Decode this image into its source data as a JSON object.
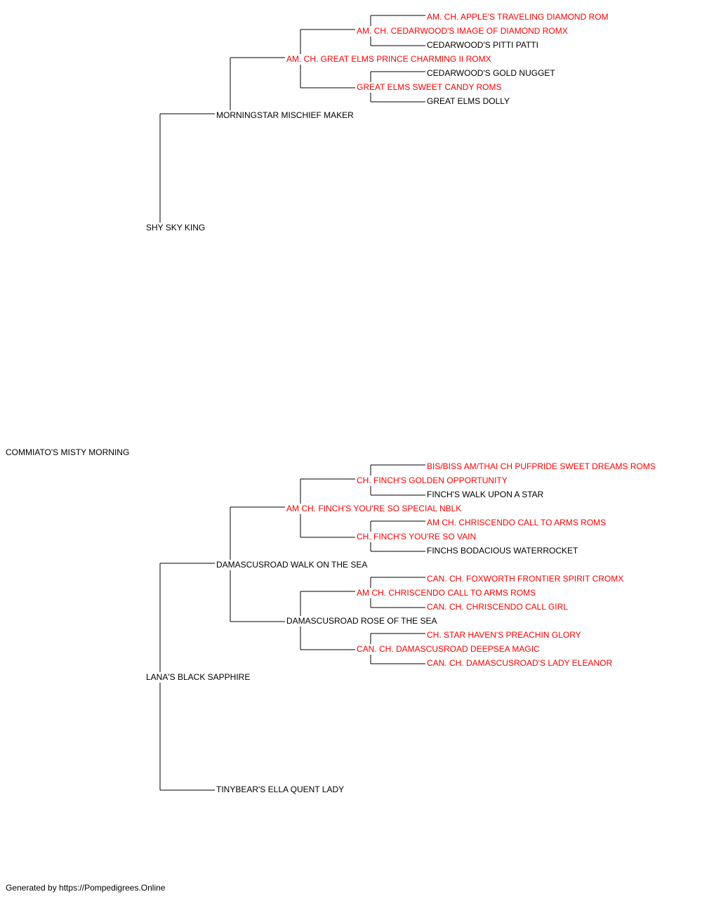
{
  "colors": {
    "champion": "#ff0000",
    "normal": "#000000",
    "line": "#000000"
  },
  "pedigree": {
    "subject": "COMMIATO'S MISTY MORNING",
    "sire": {
      "name": "SHY SKY KING",
      "sire": {
        "name": "MORNINGSTAR MISCHIEF MAKER",
        "sire": {
          "name": "AM. CH. GREAT ELMS PRINCE CHARMING II ROMX",
          "champion": true,
          "sire": {
            "name": "AM. CH. CEDARWOOD'S IMAGE OF DIAMOND ROMX",
            "champion": true,
            "sire": {
              "name": "AM. CH. APPLE'S TRAVELING DIAMOND ROM",
              "champion": true
            },
            "dam": {
              "name": "CEDARWOOD'S PITTI PATTI"
            }
          },
          "dam": {
            "name": "GREAT ELMS SWEET CANDY ROMS",
            "champion": true,
            "sire": {
              "name": "CEDARWOOD'S GOLD NUGGET"
            },
            "dam": {
              "name": "GREAT ELMS DOLLY"
            }
          }
        }
      }
    },
    "dam": {
      "name": "LANA'S BLACK SAPPHIRE",
      "sire": {
        "name": "DAMASCUSROAD WALK ON THE SEA",
        "sire": {
          "name": "AM CH. FINCH'S YOU'RE SO SPECIAL NBLK",
          "champion": true,
          "sire": {
            "name": "CH. FINCH'S GOLDEN OPPORTUNITY",
            "champion": true,
            "sire": {
              "name": "BIS/BISS AM/THAI CH PUFPRIDE SWEET DREAMS ROMS",
              "champion": true
            },
            "dam": {
              "name": "FINCH'S WALK UPON A STAR"
            }
          },
          "dam": {
            "name": "CH. FINCH'S YOU'RE SO VAIN",
            "champion": true,
            "sire": {
              "name": "AM CH. CHRISCENDO CALL TO ARMS ROMS",
              "champion": true
            },
            "dam": {
              "name": "FINCHS BODACIOUS WATERROCKET"
            }
          }
        },
        "dam": {
          "name": "DAMASCUSROAD ROSE OF THE SEA",
          "sire": {
            "name": "AM CH. CHRISCENDO CALL TO ARMS ROMS",
            "champion": true,
            "sire": {
              "name": "CAN. CH. FOXWORTH FRONTIER SPIRIT CROMX",
              "champion": true
            },
            "dam": {
              "name": "CAN. CH. CHRISCENDO CALL GIRL",
              "champion": true
            }
          },
          "dam": {
            "name": "CAN. CH. DAMASCUSROAD DEEPSEA MAGIC",
            "champion": true,
            "sire": {
              "name": "CH. STAR HAVEN'S PREACHIN GLORY",
              "champion": true
            },
            "dam": {
              "name": "CAN. CH. DAMASCUSROAD'S LADY ELEANOR",
              "champion": true
            }
          }
        }
      },
      "dam": {
        "name": "TINYBEAR'S ELLA QUENT LADY"
      }
    }
  },
  "footer": "Generated by https://Pompedigrees.Online"
}
